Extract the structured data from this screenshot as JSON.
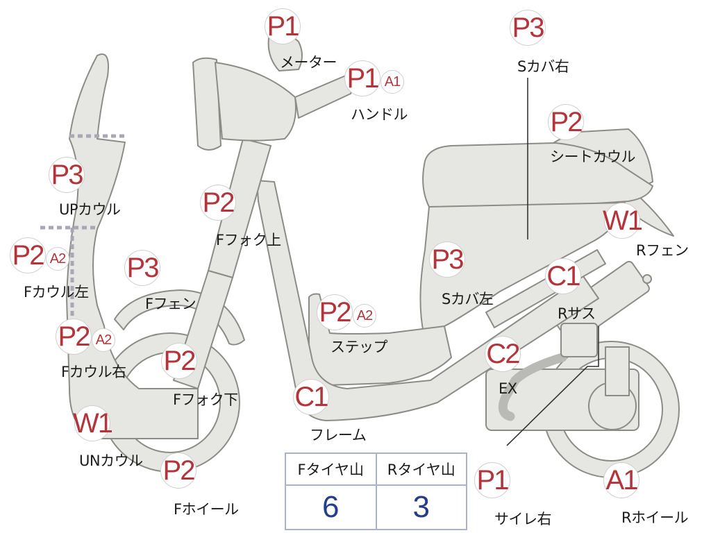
{
  "colors": {
    "part_fill": "#e6e6e2",
    "part_stroke": "#8c8c86",
    "grade_code": "#b5343a",
    "tire_value": "#233f8c",
    "table_border": "#a9b3c9"
  },
  "parts": [
    {
      "id": "meter",
      "grade": "P1",
      "label": "メーター"
    },
    {
      "id": "handle",
      "grade": "P1",
      "extra": "A1",
      "label": "ハンドル"
    },
    {
      "id": "side-cover-right",
      "grade": "P3",
      "label": "Sカバ右"
    },
    {
      "id": "seat-cowl",
      "grade": "P2",
      "label": "シートカウル"
    },
    {
      "id": "upper-cowl",
      "grade": "P3",
      "label": "UPカウル"
    },
    {
      "id": "front-fork-upper",
      "grade": "P2",
      "label": "Fフォク上"
    },
    {
      "id": "rear-fender",
      "grade": "W1",
      "label": "Rフェン"
    },
    {
      "id": "front-cowl-left",
      "grade": "P2",
      "extra": "A2",
      "label": "Fカウル左"
    },
    {
      "id": "front-fender",
      "grade": "P3",
      "label": "Fフェン"
    },
    {
      "id": "side-cover-left",
      "grade": "P3",
      "label": "Sカバ左"
    },
    {
      "id": "rear-suspension",
      "grade": "C1",
      "label": "Rサス"
    },
    {
      "id": "step",
      "grade": "P2",
      "extra": "A2",
      "label": "ステップ"
    },
    {
      "id": "front-cowl-right",
      "grade": "P2",
      "extra": "A2",
      "label": "Fカウル右"
    },
    {
      "id": "front-fork-lower",
      "grade": "P2",
      "label": "Fフォク下"
    },
    {
      "id": "exhaust",
      "grade": "C2",
      "label": "EX"
    },
    {
      "id": "frame",
      "grade": "C1",
      "label": "フレーム"
    },
    {
      "id": "under-cowl",
      "grade": "W1",
      "label": "UNカウル"
    },
    {
      "id": "front-wheel",
      "grade": "P2",
      "label": "Fホイール"
    },
    {
      "id": "muffler-right",
      "grade": "P1",
      "label": "サイレ右"
    },
    {
      "id": "rear-wheel",
      "grade": "A1",
      "label": "Rホイール"
    }
  ],
  "tire_table": {
    "front_header": "Fタイヤ山",
    "rear_header": "Rタイヤ山",
    "front_value": "6",
    "rear_value": "3"
  }
}
